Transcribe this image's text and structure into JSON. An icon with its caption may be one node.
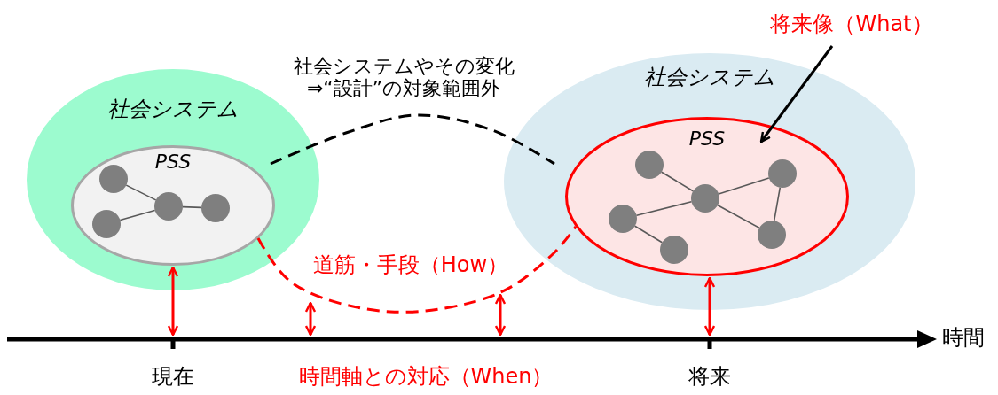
{
  "diagram": {
    "nodes": [
      {
        "text": [
          "社会システム"
        ]
      },
      {
        "text": [
          "PSS"
        ],
        "in": 0
      },
      {
        "text": [],
        "shape": "circle",
        "in": 1
      },
      {
        "text": [],
        "shape": "circle",
        "in": 1
      },
      {
        "text": [],
        "shape": "circle",
        "in": 1
      },
      {
        "text": [],
        "shape": "circle",
        "in": 1
      },
      {
        "text": [
          "社会システム"
        ]
      },
      {
        "text": [
          "PSS"
        ],
        "in": 6
      },
      {
        "text": [],
        "shape": "circle",
        "in": 7
      },
      {
        "text": [],
        "shape": "circle",
        "in": 7
      },
      {
        "text": [],
        "shape": "circle",
        "in": 7
      },
      {
        "text": [],
        "shape": "circle",
        "in": 7
      },
      {
        "text": [],
        "shape": "circle",
        "in": 7
      },
      {
        "text": [],
        "shape": "circle",
        "in": 7
      },
      {
        "text": [
          "将来像（What）"
        ]
      },
      {
        "text": [],
        "shape": "bar",
        "beside": [
          "時間",
          "現在",
          "時間軸との対応（When）",
          "将来"
        ]
      }
    ],
    "edges": [
      {
        "from": 0,
        "to": 6,
        "arrow": "none",
        "style": "dashed",
        "color": "#000000",
        "label": "社会システムやその変化⇒“設計”の対象範囲外"
      },
      {
        "from": 1,
        "to": 7,
        "arrow": "none",
        "style": "dashed",
        "color": "#ff0000",
        "label": "道筋・手段（How）"
      },
      {
        "from": 1,
        "to": 15,
        "arrow": "both",
        "color": "#ff0000"
      },
      {
        "from": null,
        "to": 15,
        "arrow": "both",
        "color": "#ff0000"
      },
      {
        "from": null,
        "to": 15,
        "arrow": "both",
        "color": "#ff0000"
      },
      {
        "from": 7,
        "to": 15,
        "arrow": "both",
        "color": "#ff0000"
      },
      {
        "from": 14,
        "to": 7,
        "arrow": "to",
        "color": "#000000"
      },
      {
        "from": 2,
        "to": 4,
        "arrow": "none",
        "color": "#595959"
      },
      {
        "from": 3,
        "to": 4,
        "arrow": "none",
        "color": "#595959"
      },
      {
        "from": 4,
        "to": 5,
        "arrow": "none",
        "color": "#595959"
      },
      {
        "from": 8,
        "to": 10,
        "arrow": "none",
        "color": "#595959"
      },
      {
        "from": 9,
        "to": 10,
        "arrow": "none",
        "color": "#595959"
      },
      {
        "from": 9,
        "to": 11,
        "arrow": "none",
        "color": "#595959"
      },
      {
        "from": 10,
        "to": 12,
        "arrow": "none",
        "color": "#595959"
      },
      {
        "from": 10,
        "to": 13,
        "arrow": "none",
        "color": "#595959"
      },
      {
        "from": 12,
        "to": 13,
        "arrow": "none",
        "color": "#595959"
      }
    ]
  }
}
